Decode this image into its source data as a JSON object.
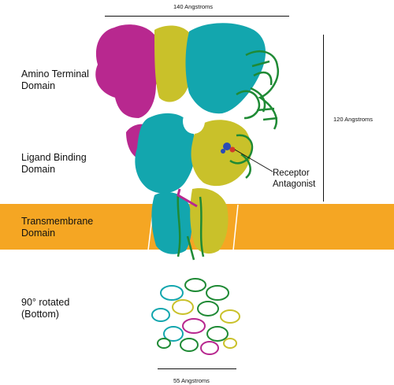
{
  "scale_top": {
    "label": "140 Angstroms"
  },
  "scale_side": {
    "label": "120 Angstroms"
  },
  "scale_bottom": {
    "label": "55 Angstroms"
  },
  "domains": [
    {
      "line1": "Amino Terminal",
      "line2": "Domain"
    },
    {
      "line1": "Ligand Binding",
      "line2": "Domain"
    },
    {
      "line1": "Transmembrane",
      "line2": "Domain"
    },
    {
      "line1": "90° rotated",
      "line2": "(Bottom)"
    }
  ],
  "antagonist": {
    "line1": "Receptor",
    "line2": "Antagonist"
  },
  "colors": {
    "membrane": "#F5A623",
    "magenta": "#B8288F",
    "olive": "#C9C12A",
    "cyan": "#13A6AE",
    "green": "#1F8A35"
  }
}
